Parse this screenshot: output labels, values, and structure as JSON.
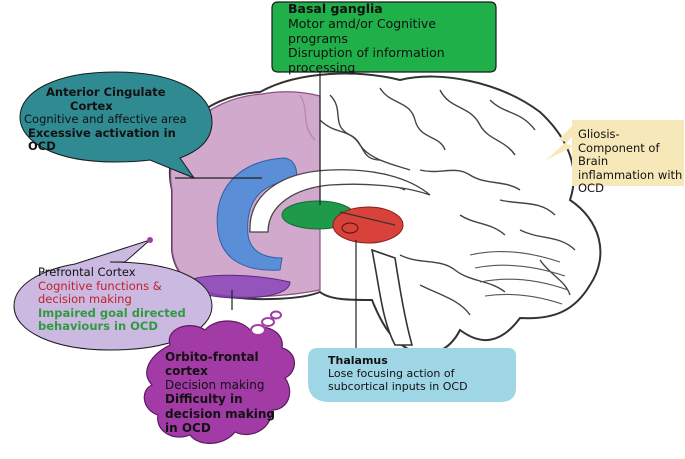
{
  "colors": {
    "basal_green": "#1fb04a",
    "acc_teal": "#2f8a92",
    "gliosis_tan": "#f6e8b8",
    "prefrontal_lavender": "#cbb9e2",
    "orbito_purple": "#a33ba6",
    "thalamus_blue": "#9fd6e6",
    "cortex_pink": "#c89ac4",
    "cingulate_blue": "#5a8fd8",
    "thalamus_red": "#d8423a",
    "accent_red_text": "#c0202a",
    "accent_green_text": "#2f9a40"
  },
  "basal_ganglia": {
    "title": "Basal ganglia",
    "line1": "Motor amd/or Cognitive programs",
    "line2": "Disruption of information processing"
  },
  "anterior_cingulate": {
    "title_a": "Anterior Cingulate",
    "title_b": "Cortex",
    "line1": "Cognitive and affective area",
    "line2": "Excessive activation in OCD"
  },
  "gliosis": {
    "text": "Gliosis-Component of Brain inflammation with OCD"
  },
  "prefrontal": {
    "title": "Prefrontal Cortex",
    "line1": "Cognitive functions & decision making",
    "line2": "Impaired goal directed behaviours in OCD"
  },
  "orbito_frontal": {
    "title": "Orbito-frontal cortex",
    "line1": "Decision making",
    "line2": "Difficulty in decision making in OCD"
  },
  "thalamus": {
    "title": "Thalamus",
    "line1": "Lose focusing action of subcortical inputs in OCD"
  }
}
